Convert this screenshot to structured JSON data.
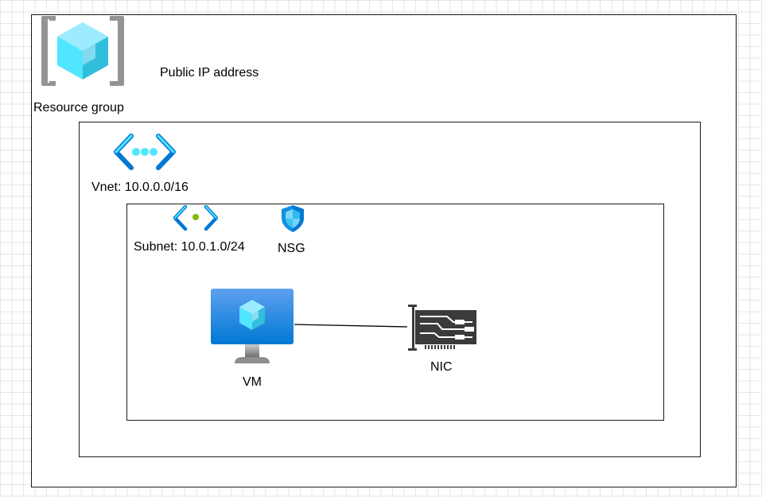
{
  "diagram": {
    "resource_group": {
      "label": "Resource group",
      "icon": "resource-group-icon"
    },
    "public_ip": {
      "label": "Public IP address"
    },
    "vnet": {
      "label": "Vnet: 10.0.0.0/16",
      "icon": "virtual-network-icon"
    },
    "subnet": {
      "label": "Subnet: 10.0.1.0/24",
      "icon": "subnet-icon"
    },
    "nsg": {
      "label": "NSG",
      "icon": "network-security-group-icon"
    },
    "vm": {
      "label": "VM",
      "icon": "virtual-machine-icon"
    },
    "nic": {
      "label": "NIC",
      "icon": "network-interface-icon"
    },
    "connections": [
      {
        "from": "VM",
        "to": "NIC"
      }
    ]
  },
  "colors": {
    "azure_blue": "#0078D4",
    "cube_light": "#9CEBFF",
    "cube_mid": "#50E6FF",
    "bracket_gray": "#949494",
    "nic_dark": "#3B3B3B",
    "subnet_green": "#7FBA00"
  }
}
